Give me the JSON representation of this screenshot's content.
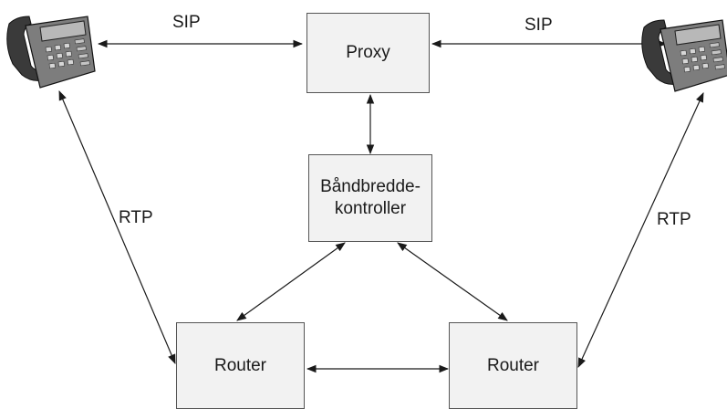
{
  "nodes": {
    "proxy": "Proxy",
    "bandwidth_controller": "Båndbredde-\nkontroller",
    "router_left": "Router",
    "router_right": "Router"
  },
  "edge_labels": {
    "sip_left": "SIP",
    "sip_right": "SIP",
    "rtp_left": "RTP",
    "rtp_right": "RTP"
  },
  "icons": {
    "phone_left": "desk-phone-icon",
    "phone_right": "desk-phone-icon"
  }
}
